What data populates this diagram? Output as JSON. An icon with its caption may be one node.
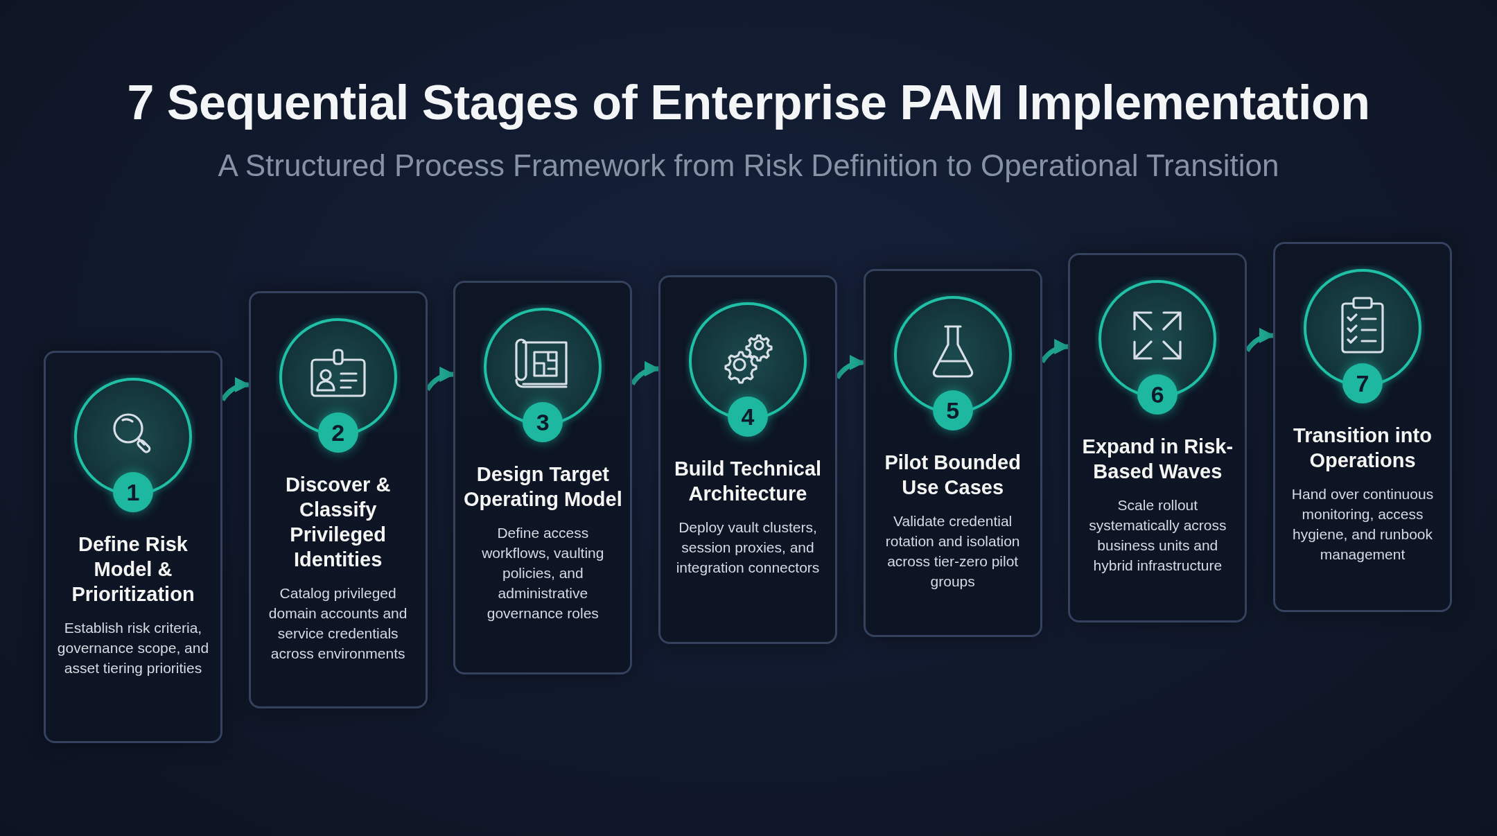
{
  "diagram": {
    "title": "7 Sequential Stages of Enterprise PAM Implementation",
    "caption": "A Structured Process Framework from Risk Definition to Operational Transition",
    "nodes": [
      {
        "text": [
          "1",
          "Define Risk Model & Prioritization",
          "Establish risk criteria, governance scope, and asset tiering priorities"
        ]
      },
      {
        "text": [
          "2",
          "Discover & Classify Privileged Identities",
          "Catalog privileged domain accounts and service credentials across environments"
        ]
      },
      {
        "text": [
          "3",
          "Design Target Operating Model",
          "Define access workflows, vaulting policies, and administrative governance roles"
        ]
      },
      {
        "text": [
          "4",
          "Build Technical Architecture",
          "Deploy vault clusters, session proxies, and integration connectors"
        ]
      },
      {
        "text": [
          "5",
          "Pilot Bounded Use Cases",
          "Validate credential rotation and isolation across tier-zero pilot groups"
        ]
      },
      {
        "text": [
          "6",
          "Expand in Risk-Based Waves",
          "Scale rollout systematically across business units and hybrid infrastructure"
        ]
      },
      {
        "text": [
          "7",
          "Transition into Operations",
          "Hand over continuous monitoring, access hygiene, and runbook management"
        ]
      }
    ],
    "edges": [
      {
        "from": 0,
        "to": 1,
        "arrow": "to"
      },
      {
        "from": 1,
        "to": 2,
        "arrow": "to"
      },
      {
        "from": 2,
        "to": 3,
        "arrow": "to"
      },
      {
        "from": 3,
        "to": 4,
        "arrow": "to"
      },
      {
        "from": 4,
        "to": 5,
        "arrow": "to"
      },
      {
        "from": 5,
        "to": 6,
        "arrow": "to"
      }
    ]
  }
}
